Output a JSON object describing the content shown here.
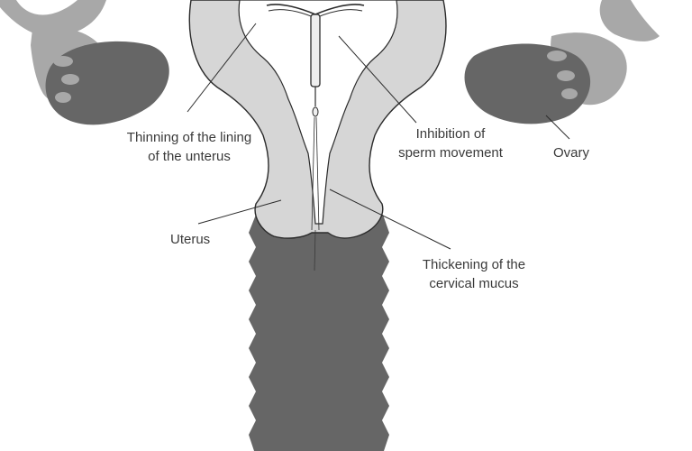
{
  "colors": {
    "background": "#ffffff",
    "light_tissue": "#d6d6d6",
    "mid_tissue": "#a8a8a8",
    "dark_tissue": "#666666",
    "outline": "#2b2b2b",
    "iud": "#efefef",
    "text": "#3a3a3a"
  },
  "labels": {
    "thinning_line1": "Thinning of the lining",
    "thinning_line2": "of the unterus",
    "inhibition_line1": "Inhibition of",
    "inhibition_line2": "sperm movement",
    "ovary": "Ovary",
    "uterus": "Uterus",
    "thickening_line1": "Thickening of the",
    "thickening_line2": "cervical mucus"
  },
  "icons": {
    "iud": "iud-device-icon",
    "uterus": "uterus-shape",
    "ovary": "ovary-shape",
    "vagina": "vaginal-canal-shape"
  }
}
